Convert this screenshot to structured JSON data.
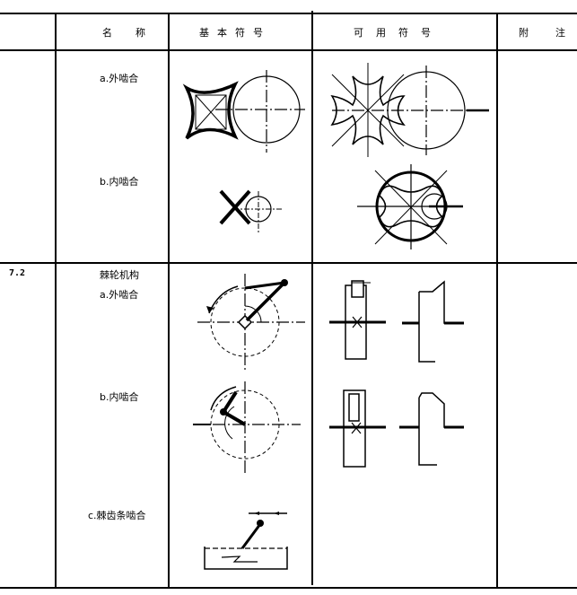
{
  "table": {
    "headers": {
      "col_no": "",
      "col_name": [
        "名",
        "称"
      ],
      "col_basic": [
        "基",
        "本",
        "符",
        "号"
      ],
      "col_alt": [
        "可",
        "用",
        "符",
        "号"
      ],
      "col_note": [
        "附",
        "注"
      ]
    },
    "rows": [
      {
        "number": "",
        "items": [
          {
            "label": "a.外啮合",
            "basic_symbol": "external-gear-mesh-basic",
            "alt_symbol": "external-gear-mesh-alt"
          },
          {
            "label": "b.内啮合",
            "basic_symbol": "internal-gear-mesh-basic",
            "alt_symbol": "internal-gear-mesh-alt"
          }
        ],
        "note": ""
      },
      {
        "number": "7.2",
        "title": "棘轮机构",
        "items": [
          {
            "label": "a.外啮合",
            "basic_symbol": "ratchet-external-basic",
            "alt_symbol": "ratchet-external-alt"
          },
          {
            "label": "b.内啮合",
            "basic_symbol": "ratchet-internal-basic",
            "alt_symbol": "ratchet-internal-alt"
          },
          {
            "label": "c.棘齿条啮合",
            "basic_symbol": "ratchet-rack-basic",
            "alt_symbol": ""
          }
        ],
        "note": ""
      }
    ]
  }
}
